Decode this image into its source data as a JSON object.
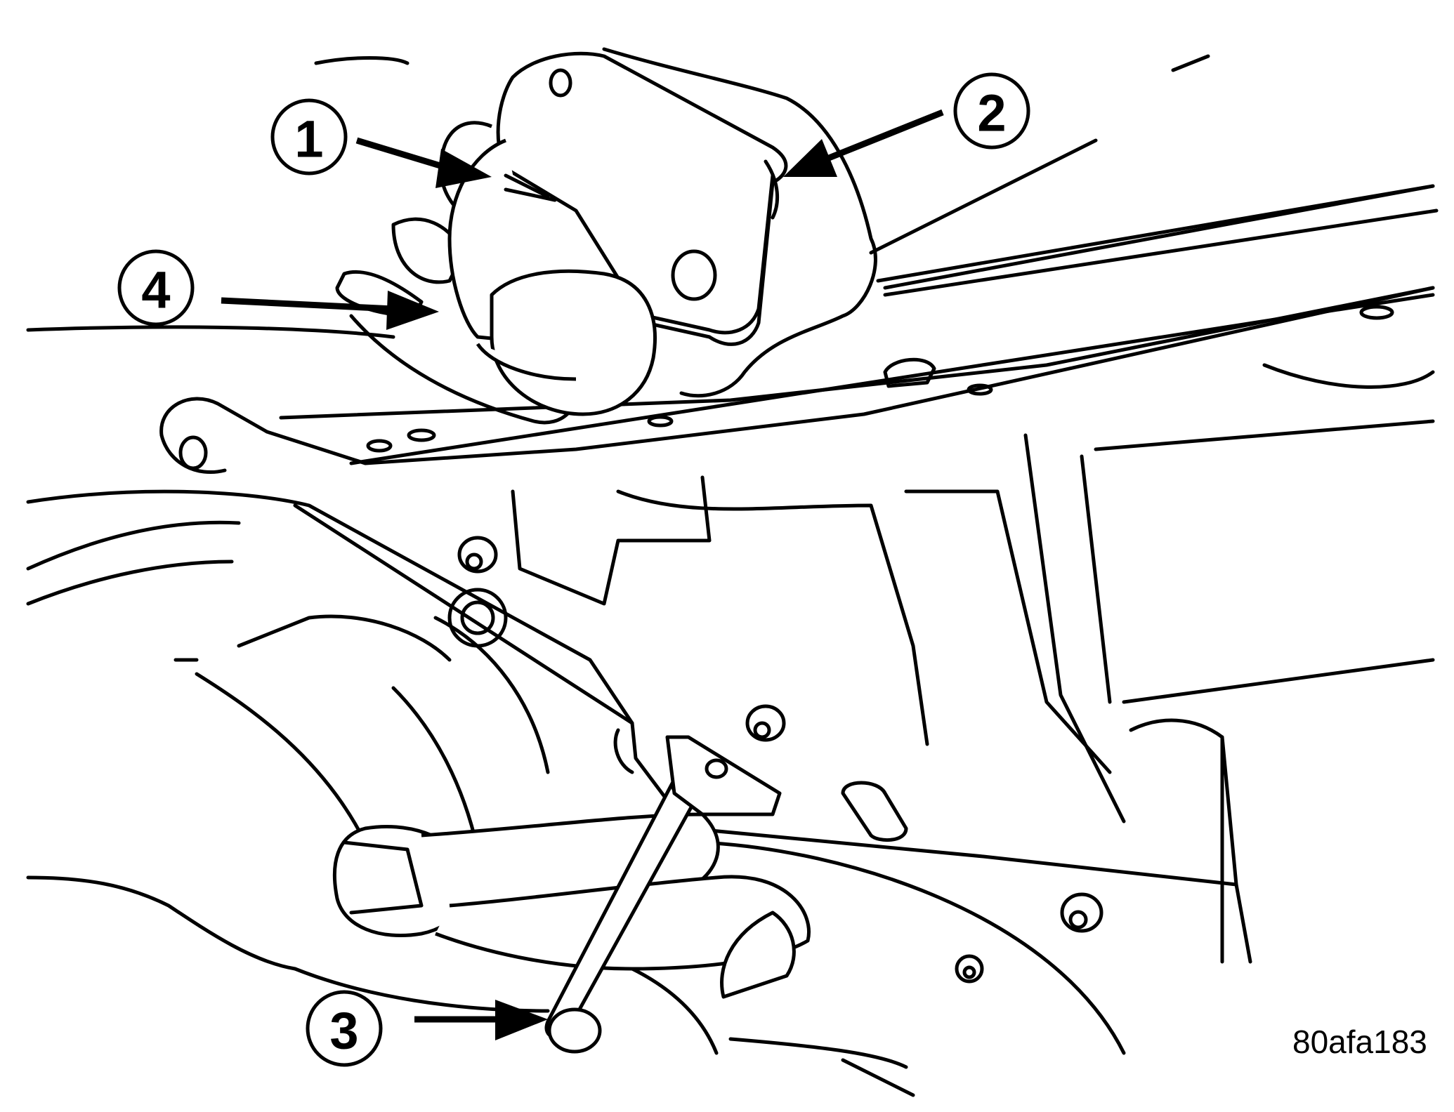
{
  "callouts": [
    {
      "id": "1",
      "label": "1"
    },
    {
      "id": "2",
      "label": "2"
    },
    {
      "id": "3",
      "label": "3"
    },
    {
      "id": "4",
      "label": "4"
    }
  ],
  "figure_code": "80afa183"
}
